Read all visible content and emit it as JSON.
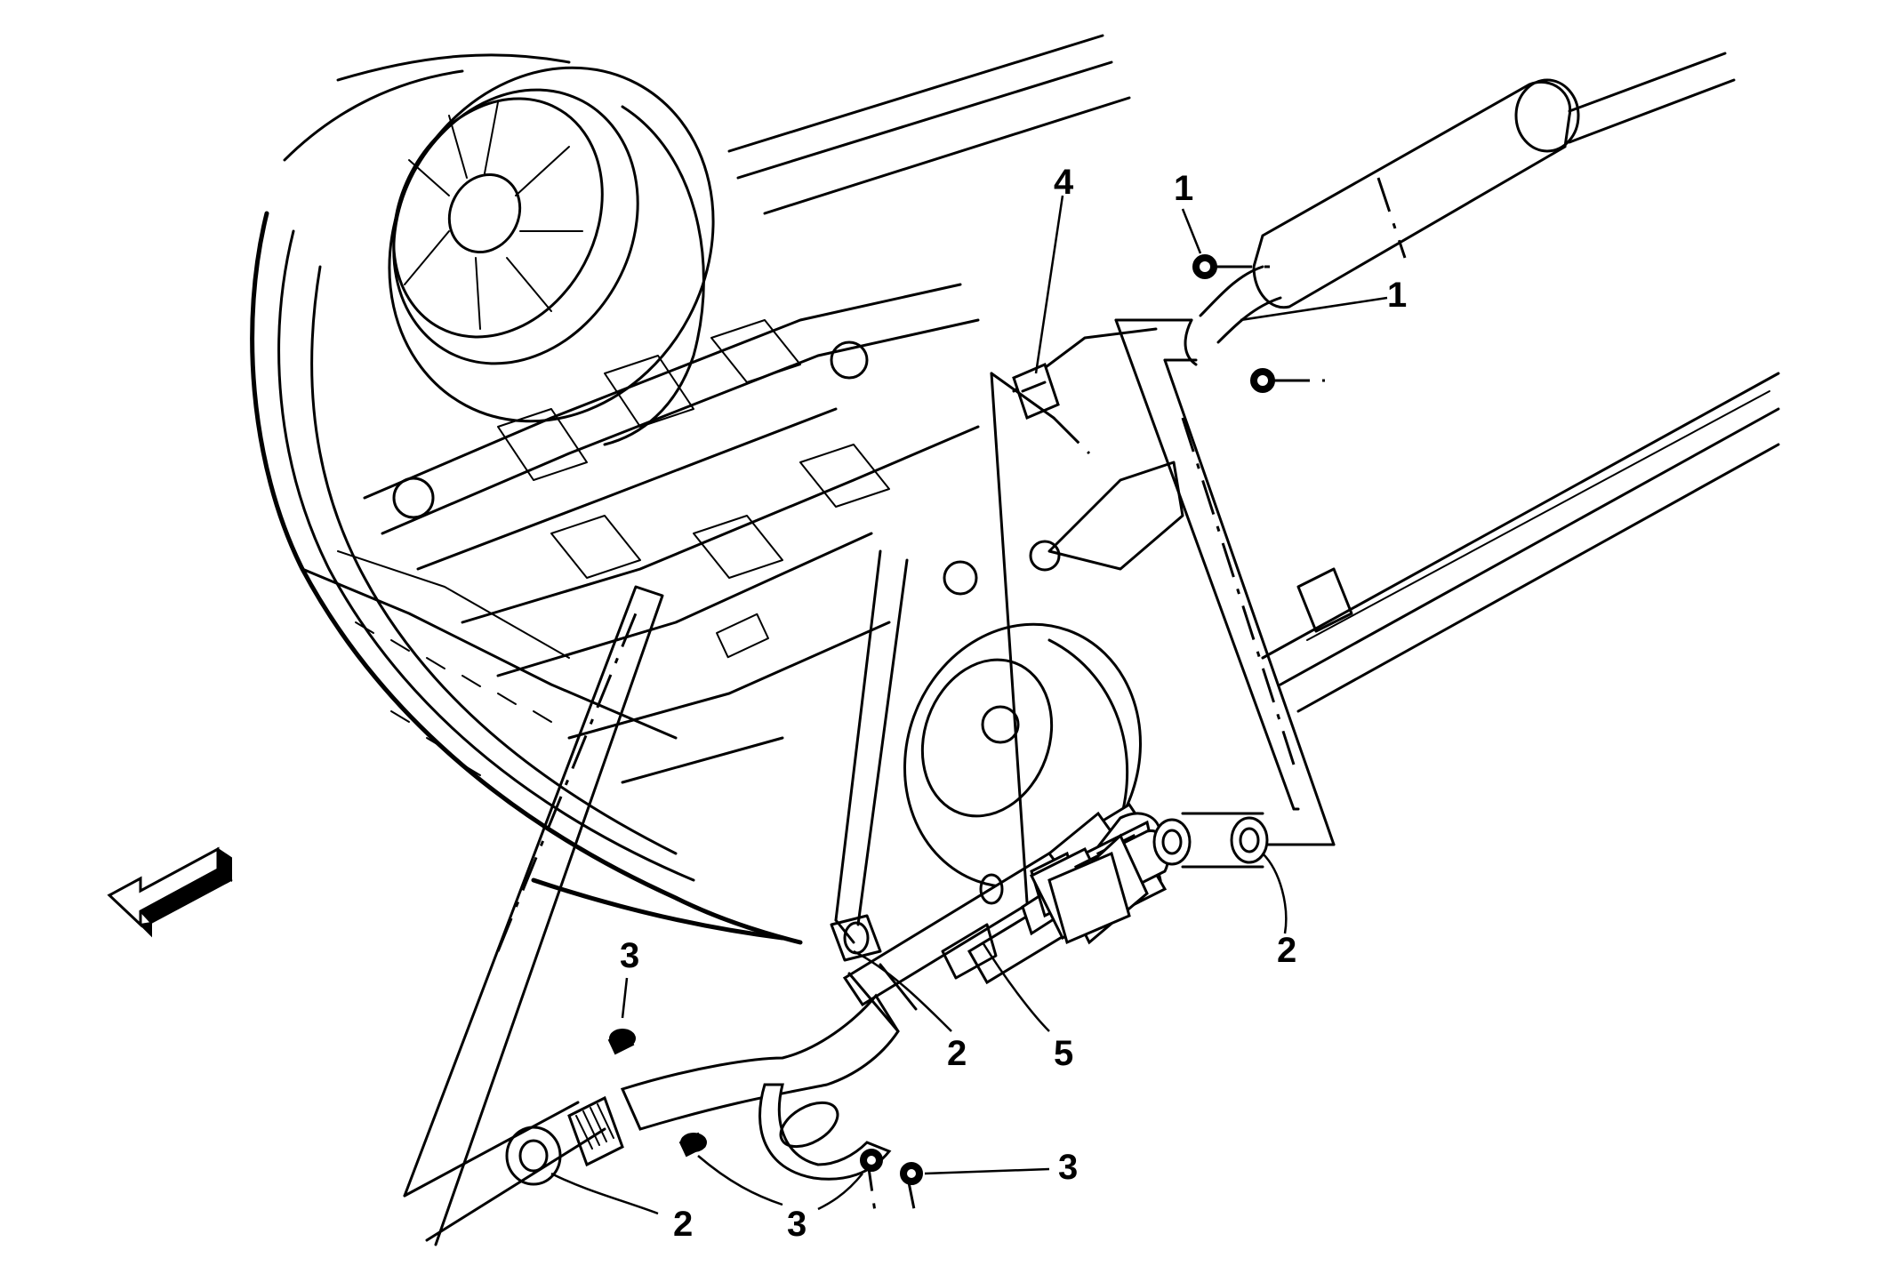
{
  "callouts": {
    "c1_upper": "1",
    "c1_lower": "1",
    "c2_right": "2",
    "c2_middle": "2",
    "c2_left": "2",
    "c3_top": "3",
    "c3_bottom_middle": "3",
    "c3_bottom_right": "3",
    "c4": "4",
    "c5": "5"
  },
  "icons": {
    "direction_arrow": "front-direction-arrow-icon"
  }
}
